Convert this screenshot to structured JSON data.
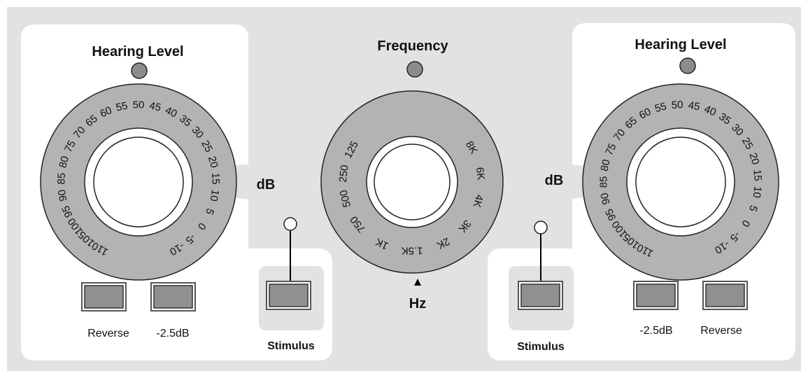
{
  "colors": {
    "background": "#e2e2e2",
    "panel": "#ffffff",
    "dial_ring": "#b3b3b3",
    "indicator": "#8c8c8c",
    "button_face": "#909090"
  },
  "left_panel": {
    "title": "Hearing Level",
    "unit": "dB",
    "dial_labels": [
      "-10",
      "-5",
      "0",
      "5",
      "10",
      "15",
      "20",
      "25",
      "30",
      "35",
      "40",
      "45",
      "50",
      "55",
      "60",
      "65",
      "70",
      "75",
      "80",
      "85",
      "90",
      "95",
      "100",
      "105",
      "110"
    ],
    "buttons": [
      "Reverse",
      "-2.5dB"
    ],
    "stimulus_label": "Stimulus"
  },
  "center": {
    "title": "Frequency",
    "unit": "Hz",
    "marker": "▲",
    "dial_labels": [
      "125",
      "250",
      "500",
      "750",
      "1K",
      "1.5K",
      "2K",
      "3K",
      "4K",
      "6K",
      "8K"
    ]
  },
  "right_panel": {
    "title": "Hearing Level",
    "unit": "dB",
    "dial_labels": [
      "-10",
      "-5",
      "0",
      "5",
      "10",
      "15",
      "20",
      "25",
      "30",
      "35",
      "40",
      "45",
      "50",
      "55",
      "60",
      "65",
      "70",
      "75",
      "80",
      "85",
      "90",
      "95",
      "100",
      "105",
      "110"
    ],
    "buttons": [
      "-2.5dB",
      "Reverse"
    ],
    "stimulus_label": "Stimulus"
  }
}
